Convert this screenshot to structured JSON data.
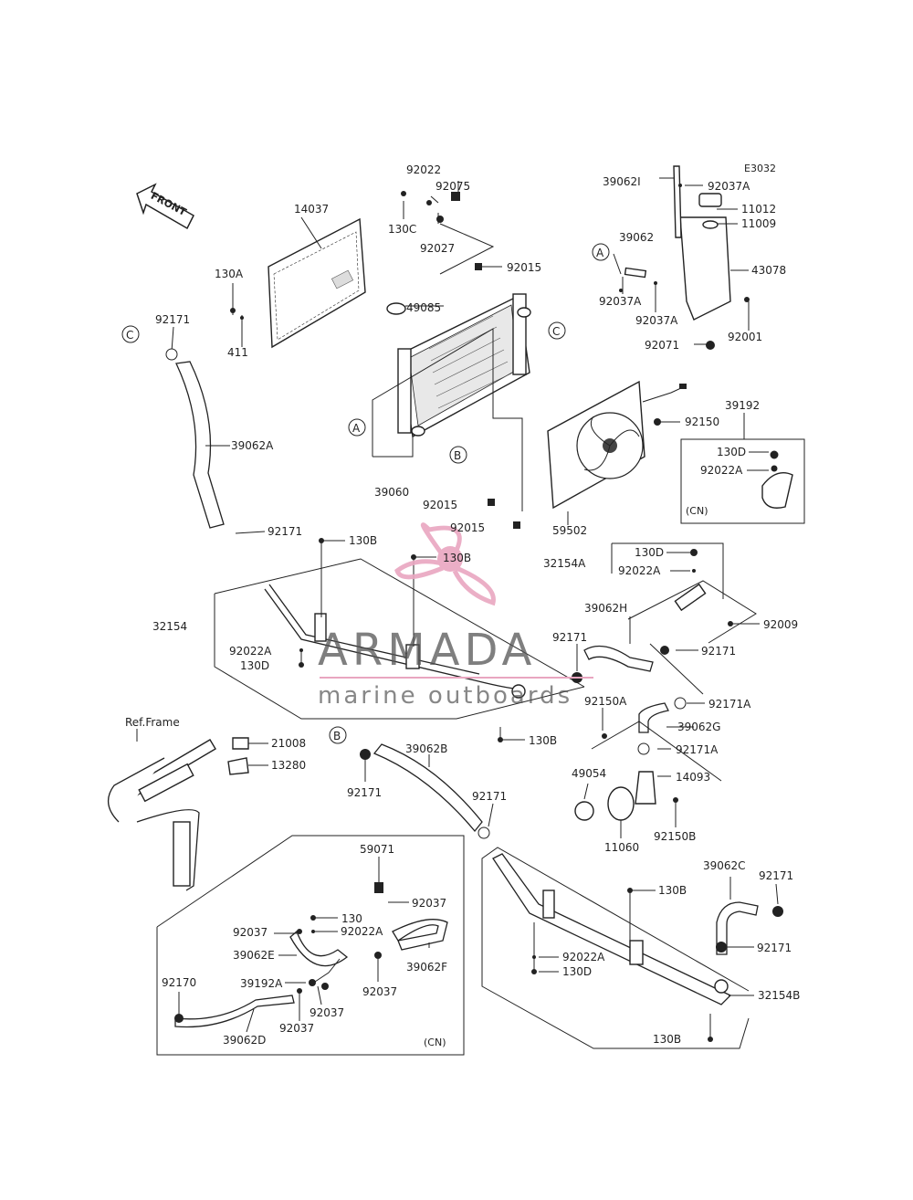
{
  "diagram": {
    "code": "E3032",
    "front_label": "FRONT",
    "ref_frame": "Ref.Frame",
    "cn_label": "(CN)",
    "refs": {
      "a": "A",
      "b": "B",
      "c": "C"
    }
  },
  "watermark": {
    "brand": "ARMADA",
    "tagline": "marine outboards",
    "accent": "#e9a6c0"
  },
  "labels": [
    "92022",
    "92075",
    "130C",
    "92027",
    "14037",
    "130A",
    "411",
    "92171",
    "49085",
    "92015",
    "39062A",
    "39060",
    "92015",
    "92015",
    "92171",
    "130B",
    "130B",
    "32154",
    "92022A",
    "130D",
    "130B",
    "39062I",
    "92037A",
    "11012",
    "11009",
    "39062",
    "43078",
    "92037A",
    "92037A",
    "92071",
    "92001",
    "92150",
    "39192",
    "130D",
    "92022A",
    "59502",
    "32154A",
    "130D",
    "92022A",
    "92009",
    "39062H",
    "92171",
    "92171",
    "92171A",
    "92150A",
    "39062G",
    "92171A",
    "49054",
    "14093",
    "11060",
    "92150B",
    "21008",
    "13280",
    "39062B",
    "92171",
    "92171",
    "59071",
    "92037",
    "130",
    "92037",
    "92022A",
    "39062E",
    "39062F",
    "92170",
    "39192A",
    "92037",
    "92037",
    "92037",
    "39062D",
    "130B",
    "39062C",
    "92171",
    "92171",
    "92022A",
    "130D",
    "32154B",
    "130B"
  ]
}
